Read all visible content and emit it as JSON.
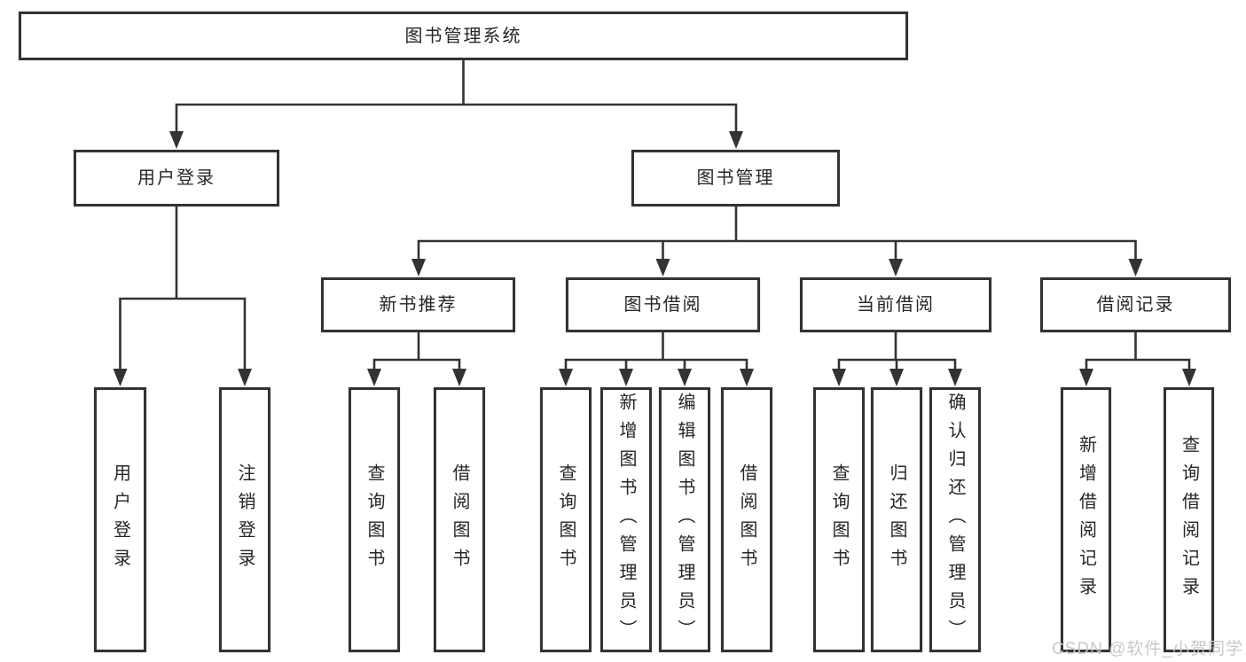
{
  "diagram": {
    "type": "hierarchy-tree",
    "root": {
      "label": "图书管理系统"
    },
    "level2": [
      {
        "id": "user-login",
        "label": "用户登录"
      },
      {
        "id": "book-management",
        "label": "图书管理"
      }
    ],
    "level3": [
      {
        "id": "new-book-recommend",
        "label": "新书推荐",
        "parent": "book-management"
      },
      {
        "id": "book-borrow",
        "label": "图书借阅",
        "parent": "book-management"
      },
      {
        "id": "current-borrow",
        "label": "当前借阅",
        "parent": "book-management"
      },
      {
        "id": "borrow-records",
        "label": "借阅记录",
        "parent": "book-management"
      }
    ],
    "leaves": [
      {
        "parent": "user-login",
        "label": "用户登录"
      },
      {
        "parent": "user-login",
        "label": "注销登录"
      },
      {
        "parent": "new-book-recommend",
        "label": "查询图书"
      },
      {
        "parent": "new-book-recommend",
        "label": "借阅图书"
      },
      {
        "parent": "book-borrow",
        "label": "查询图书"
      },
      {
        "parent": "book-borrow",
        "label": "新增图书（管理员）"
      },
      {
        "parent": "book-borrow",
        "label": "编辑图书（管理员）"
      },
      {
        "parent": "book-borrow",
        "label": "借阅图书"
      },
      {
        "parent": "current-borrow",
        "label": "查询图书"
      },
      {
        "parent": "current-borrow",
        "label": "归还图书"
      },
      {
        "parent": "current-borrow",
        "label": "确认归还（管理员）"
      },
      {
        "parent": "borrow-records",
        "label": "新增借阅记录"
      },
      {
        "parent": "borrow-records",
        "label": "查询借阅记录"
      }
    ]
  },
  "watermark": {
    "text": "CSDN @软件_小贺同学"
  },
  "colors": {
    "line": "#333333",
    "border": "#333333",
    "text": "#262626",
    "watermark": "#c6c6c6",
    "background": "#ffffff"
  }
}
